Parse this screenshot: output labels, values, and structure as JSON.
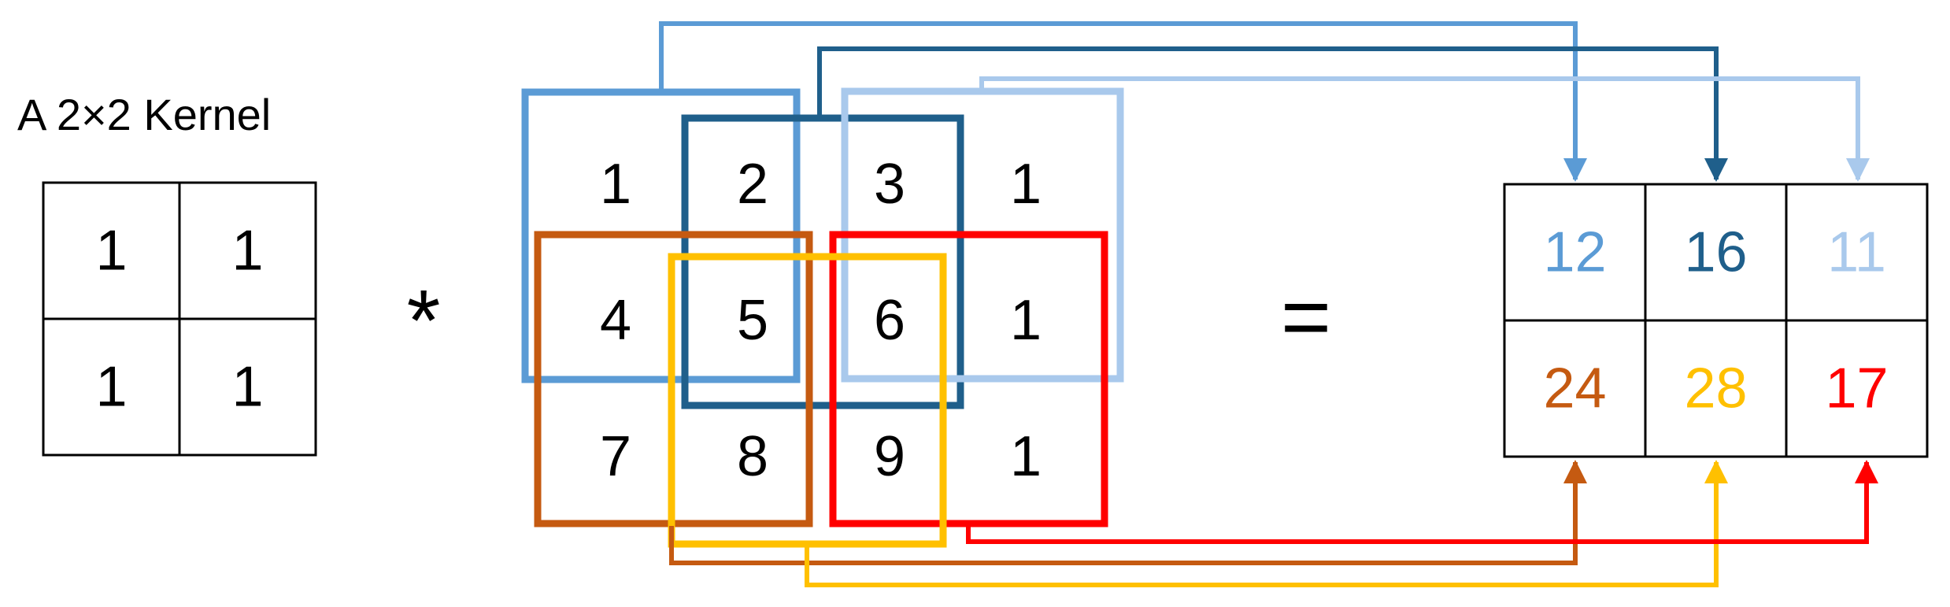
{
  "kernel": {
    "title": "A 2×2 Kernel",
    "cells": [
      [
        "1",
        "1"
      ],
      [
        "1",
        "1"
      ]
    ]
  },
  "operators": {
    "convolve": "*",
    "equals": "="
  },
  "input": {
    "cells": [
      [
        "1",
        "2",
        "3",
        "1"
      ],
      [
        "4",
        "5",
        "6",
        "1"
      ],
      [
        "7",
        "8",
        "9",
        "1"
      ]
    ]
  },
  "output": {
    "cells": [
      [
        "12",
        "16",
        "11"
      ],
      [
        "24",
        "28",
        "17"
      ]
    ]
  },
  "colors": {
    "window_00": "#5b9bd5",
    "window_01": "#1f5f8b",
    "window_02": "#a9c9ec",
    "window_10": "#c55a11",
    "window_11": "#ffc000",
    "window_12": "#ff0000",
    "grid_line": "#000000"
  }
}
